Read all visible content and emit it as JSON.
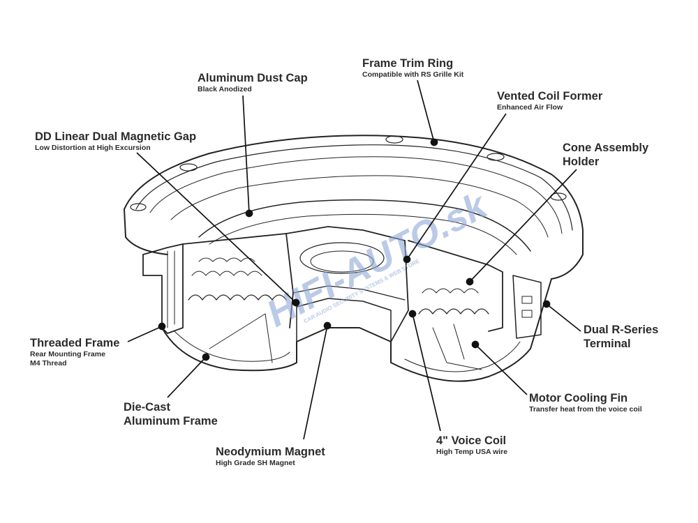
{
  "labels": {
    "frame_trim_ring": {
      "title": "Frame Trim Ring",
      "sub": "Compatible with RS Grille Kit"
    },
    "aluminum_dust_cap": {
      "title": "Aluminum Dust Cap",
      "sub": "Black Anodized"
    },
    "vented_coil_former": {
      "title": "Vented Coil Former",
      "sub": "Enhanced Air Flow"
    },
    "dd_linear_gap": {
      "title": "DD Linear Dual Magnetic Gap",
      "sub": "Low Distortion at High Excursion"
    },
    "cone_assembly_holder": {
      "title_1": "Cone Assembly",
      "title_2": "Holder"
    },
    "dual_r_series_terminal": {
      "title_1": "Dual R-Series",
      "title_2": "Terminal"
    },
    "threaded_frame": {
      "title": "Threaded Frame",
      "sub_1": "Rear Mounting Frame",
      "sub_2": "M4 Thread"
    },
    "motor_cooling_fin": {
      "title": "Motor Cooling Fin",
      "sub": "Transfer heat from the voice coil"
    },
    "die_cast_frame": {
      "title_1": "Die-Cast",
      "title_2": "Aluminum Frame"
    },
    "voice_coil": {
      "title": "4\" Voice Coil",
      "sub": "High Temp USA wire"
    },
    "neodymium_magnet": {
      "title": "Neodymium Magnet",
      "sub": "High Grade SH Magnet"
    }
  },
  "watermark": {
    "brand": "HIFI-AUTO.sk",
    "tagline": "CAR AUDIO SECURITY SYSTEMS & WEB STORE",
    "color": "#8fa7d6"
  },
  "colors": {
    "line": "#111111",
    "text": "#2b2b2b"
  }
}
